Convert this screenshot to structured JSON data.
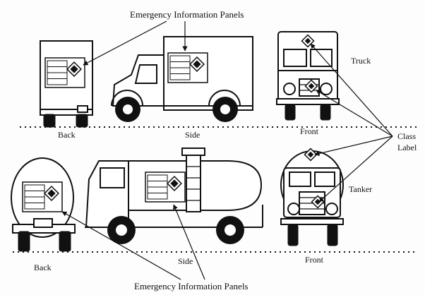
{
  "labels": {
    "top_callout": "Emergency Information Panels",
    "bottom_callout": "Emergency Information Panels",
    "truck_back": "Back",
    "truck_side": "Side",
    "truck_front": "Front",
    "tanker_back": "Back",
    "tanker_side": "Side",
    "tanker_front": "Front",
    "truck": "Truck",
    "tanker": "Tanker",
    "class_label_line1": "Class",
    "class_label_line2": "Label"
  }
}
